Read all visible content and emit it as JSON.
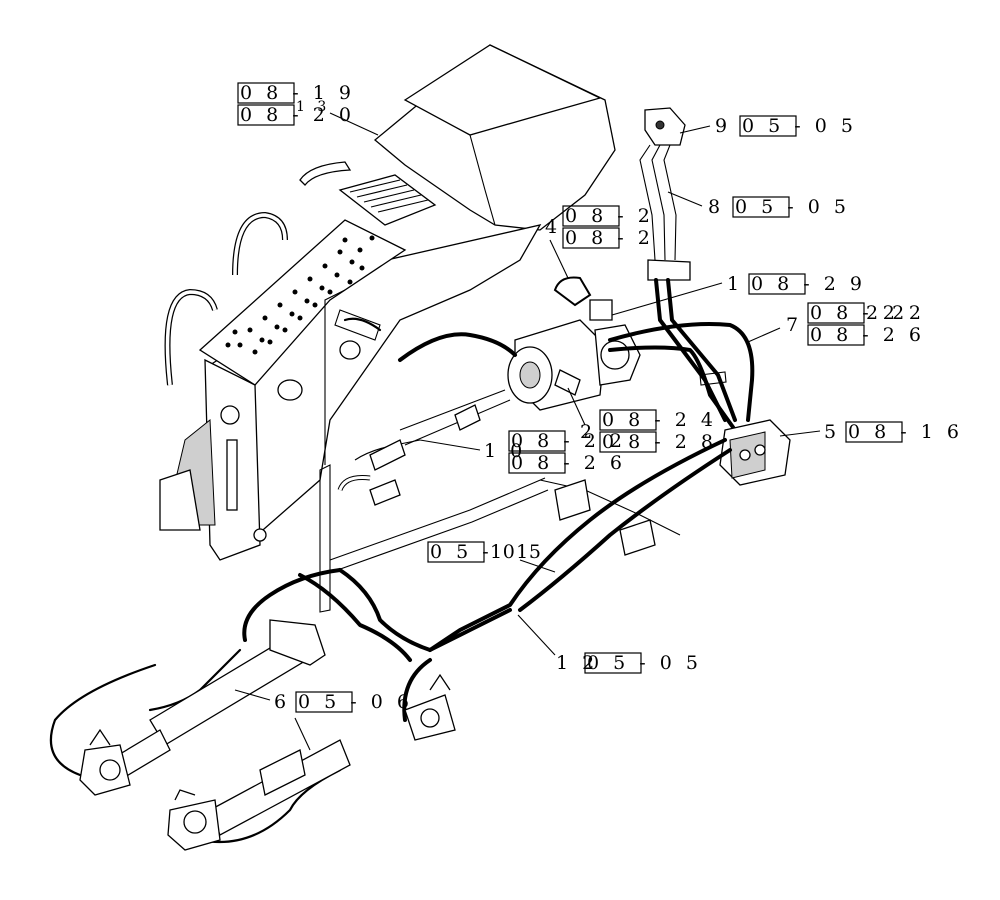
{
  "callouts": {
    "ref_top_1": "0 8 - 1 9",
    "ref_top_2": "0 8 - 2 0",
    "ref_top_num": "1 3",
    "item9": "9",
    "item9_ref": "0 5 - 0 5",
    "item8": "8",
    "item8_ref": "0 5 - 0 5",
    "item4": "4",
    "item4_ref_1": "0 8 - 2",
    "item4_ref_2": "0 8 - 2",
    "item1": "1",
    "item1_ref": "0 8 - 2 9",
    "item7": "7",
    "item7_ref_1": "0 8 - 2 2",
    "item7_ref_2": "0 8 - 2 6",
    "item2": "2",
    "item2_ref_1": "0 8 - 2 4",
    "item2_ref_2": "0 8 - 2 8",
    "item10": "1 0",
    "item10_ref_1": "0 8 - 2 2",
    "item10_ref_2": "0 8 - 2 6",
    "item5": "5",
    "item5_ref": "0 8 - 1 6",
    "item11": "1 1",
    "item11_ref": "0 5 - 0 5",
    "item12": "1 2",
    "item12_ref": "0 5 - 0 5",
    "item6": "6",
    "item6_ref": "0 5 - 0 6"
  }
}
